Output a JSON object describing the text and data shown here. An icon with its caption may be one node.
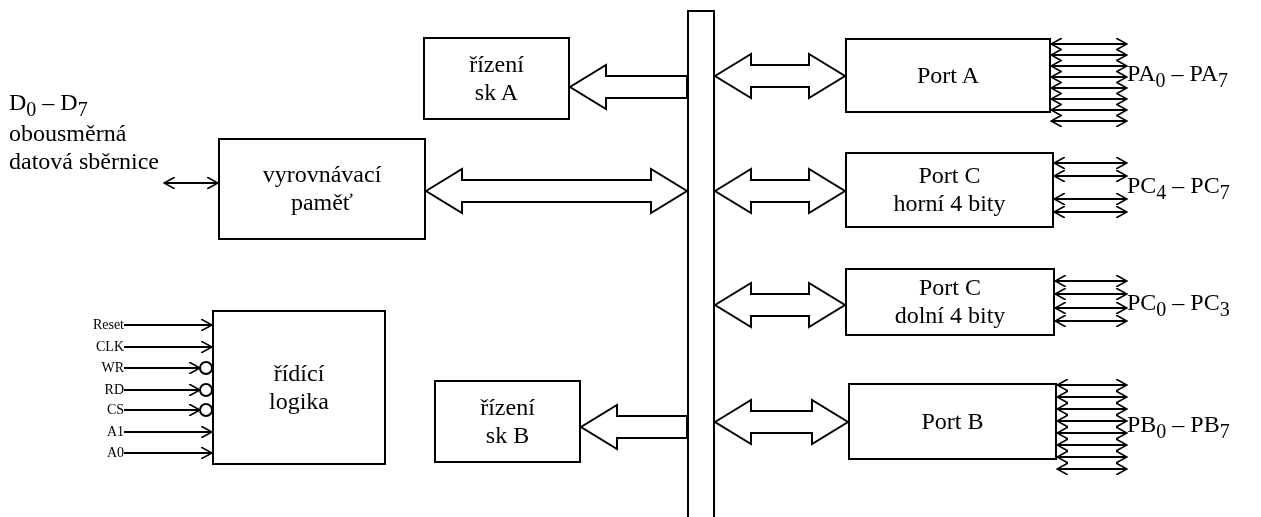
{
  "diagram": {
    "nodes": [
      {
        "text": [
          "řízení sk A"
        ]
      },
      {
        "text": [
          "D$_{0}$ – D$_{7}$ obousměrná datová sběrnice"
        ]
      },
      {
        "text": [
          "vyrovnávací paměť"
        ]
      },
      {
        "text": [
          "Reset"
        ]
      },
      {
        "text": [
          "CLK"
        ]
      },
      {
        "text": [
          "WR"
        ]
      },
      {
        "text": [
          "RD"
        ]
      },
      {
        "text": [
          "CS"
        ]
      },
      {
        "text": [
          "A1"
        ]
      },
      {
        "text": [
          "A0"
        ]
      },
      {
        "text": [
          "řídící logika"
        ]
      },
      {
        "text": [
          "řízení sk B"
        ]
      },
      {
        "text": [],
        "shape": "bar"
      },
      {
        "text": [
          "Port A"
        ]
      },
      {
        "text": [
          "PA$_{0}$ – PA$_{7}$"
        ]
      },
      {
        "text": [
          "Port C horní 4 bity"
        ]
      },
      {
        "text": [
          "PC$_{4}$ – PC$_{7}$"
        ]
      },
      {
        "text": [
          "Port C dolní 4 bity"
        ]
      },
      {
        "text": [
          "PC$_{0}$ – PC$_{3}$"
        ]
      },
      {
        "text": [
          "Port B"
        ]
      },
      {
        "text": [
          "PB$_{0}$ – PB$_{7}$"
        ]
      }
    ],
    "edges": [
      {
        "from": 12,
        "to": 0,
        "arrow": "to",
        "style": "thick"
      },
      {
        "from": 1,
        "to": 2,
        "arrow": "both"
      },
      {
        "from": 2,
        "to": 12,
        "arrow": "both",
        "style": "thick"
      },
      {
        "from": 3,
        "to": 10,
        "arrow": "to"
      },
      {
        "from": 4,
        "to": 10,
        "arrow": "to"
      },
      {
        "from": 5,
        "to": 10,
        "arrow": "to"
      },
      {
        "from": 6,
        "to": 10,
        "arrow": "to"
      },
      {
        "from": 7,
        "to": 10,
        "arrow": "to"
      },
      {
        "from": 8,
        "to": 10,
        "arrow": "to"
      },
      {
        "from": 9,
        "to": 10,
        "arrow": "to"
      },
      {
        "from": 12,
        "to": 11,
        "arrow": "to",
        "style": "thick"
      },
      {
        "from": 12,
        "to": 13,
        "arrow": "both",
        "style": "thick"
      },
      {
        "from": 13,
        "to": 14,
        "arrow": "both"
      },
      {
        "from": 13,
        "to": 14,
        "arrow": "both"
      },
      {
        "from": 13,
        "to": 14,
        "arrow": "both"
      },
      {
        "from": 13,
        "to": 14,
        "arrow": "both"
      },
      {
        "from": 13,
        "to": 14,
        "arrow": "both"
      },
      {
        "from": 13,
        "to": 14,
        "arrow": "both"
      },
      {
        "from": 13,
        "to": 14,
        "arrow": "both"
      },
      {
        "from": 13,
        "to": 14,
        "arrow": "both"
      },
      {
        "from": 12,
        "to": 15,
        "arrow": "both",
        "style": "thick"
      },
      {
        "from": 15,
        "to": 16,
        "arrow": "both"
      },
      {
        "from": 15,
        "to": 16,
        "arrow": "both"
      },
      {
        "from": 15,
        "to": 16,
        "arrow": "both"
      },
      {
        "from": 15,
        "to": 16,
        "arrow": "both"
      },
      {
        "from": 12,
        "to": 17,
        "arrow": "both",
        "style": "thick"
      },
      {
        "from": 17,
        "to": 18,
        "arrow": "both"
      },
      {
        "from": 17,
        "to": 18,
        "arrow": "both"
      },
      {
        "from": 17,
        "to": 18,
        "arrow": "both"
      },
      {
        "from": 17,
        "to": 18,
        "arrow": "both"
      },
      {
        "from": 12,
        "to": 19,
        "arrow": "both",
        "style": "thick"
      },
      {
        "from": 19,
        "to": 20,
        "arrow": "both"
      },
      {
        "from": 19,
        "to": 20,
        "arrow": "both"
      },
      {
        "from": 19,
        "to": 20,
        "arrow": "both"
      },
      {
        "from": 19,
        "to": 20,
        "arrow": "both"
      },
      {
        "from": 19,
        "to": 20,
        "arrow": "both"
      },
      {
        "from": 19,
        "to": 20,
        "arrow": "both"
      },
      {
        "from": 19,
        "to": 20,
        "arrow": "both"
      },
      {
        "from": 19,
        "to": 20,
        "arrow": "both"
      }
    ]
  }
}
